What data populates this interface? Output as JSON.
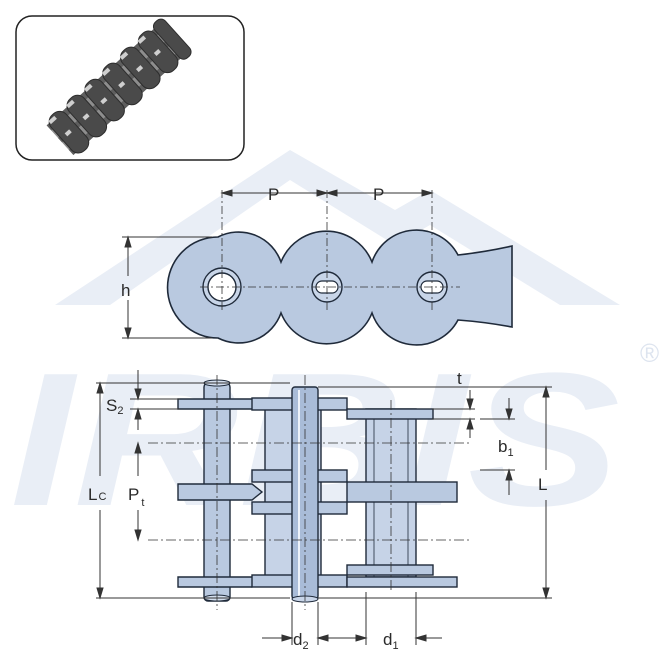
{
  "watermark": {
    "brand": "IRBIS",
    "registered": "®"
  },
  "photo": {
    "alt": "duplex roller chain photo"
  },
  "side_view": {
    "pitch_label_1": "P",
    "pitch_label_2": "P",
    "height_label": "h"
  },
  "top_view": {
    "s2_main": "S",
    "s2_sub": "2",
    "t_label": "t",
    "b1_main": "b",
    "b1_sub": "1",
    "L_label": "L",
    "Lc_main": "L",
    "Lc_sub": "C",
    "Pt_main": "P",
    "Pt_sub": "t",
    "d2_main": "d",
    "d2_sub": "2",
    "d1_main": "d",
    "d1_sub": "1"
  },
  "colors": {
    "plate_fill": "#b9c9e0",
    "plate_stroke": "#1f2a3a",
    "watermark": "#e8edf5",
    "dim_line": "#333333"
  }
}
